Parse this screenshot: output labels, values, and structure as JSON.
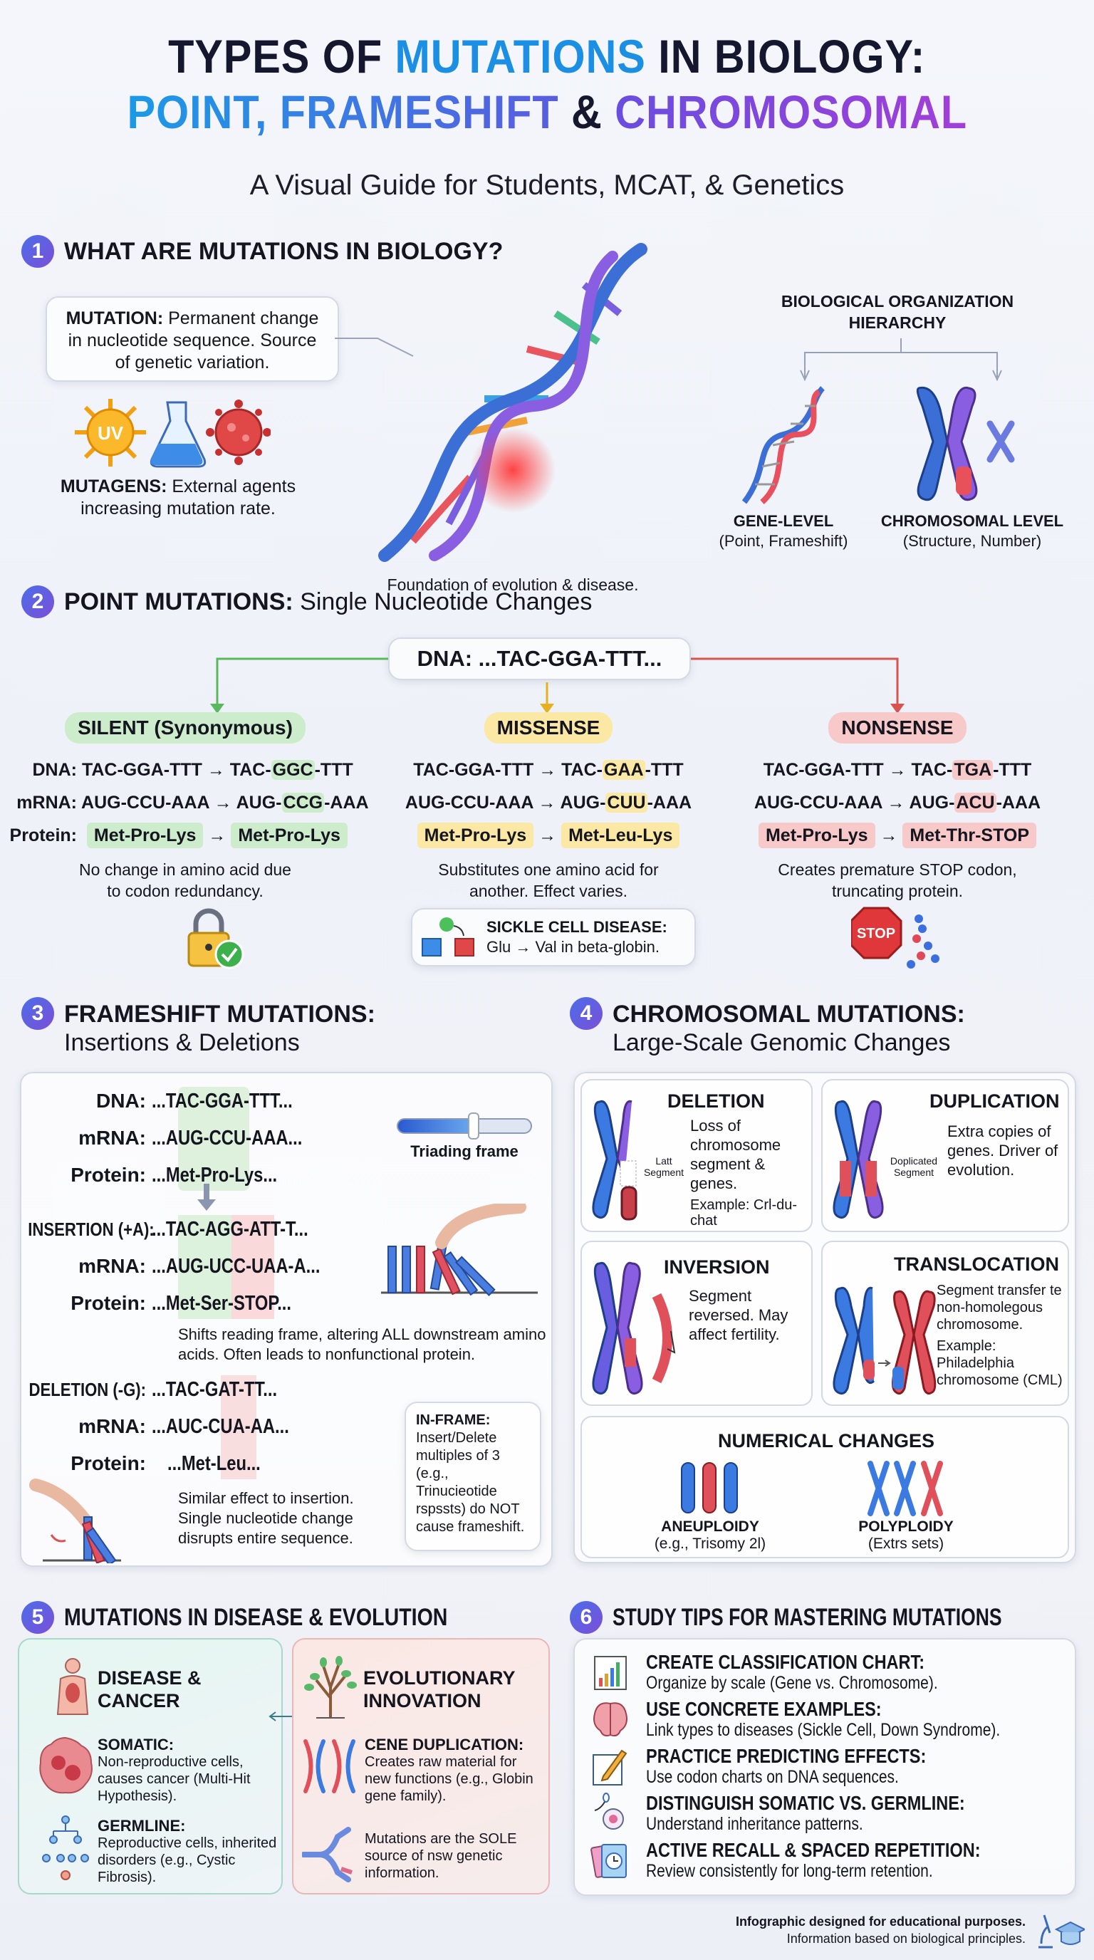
{
  "header": {
    "title_part1": "TYPES OF",
    "title_part2": "MUTATIONS",
    "title_part3": "IN BIOLOGY:",
    "title_line2_a": "POINT, FRAMESHIFT",
    "title_line2_b": "&",
    "title_line2_c": "CHROMOSOMAL",
    "subtitle": "A Visual Guide for Students, MCAT, & Genetics"
  },
  "colors": {
    "accent_blue": "#1b8fe3",
    "accent_purple": "#7b4fd8",
    "silent": "#cdeccb",
    "missense": "#fbe8a4",
    "nonsense": "#f8c9c9"
  },
  "section1": {
    "number": "1",
    "title": "WHAT ARE MUTATIONS IN BIOLOGY?",
    "mutation_term": "MUTATION:",
    "mutation_def": "Permanent change in nucleotide sequence. Source of genetic variation.",
    "mutagens_term": "MUTAGENS:",
    "mutagens_def": "External agents increasing mutation rate.",
    "uv_label": "UV",
    "foundation": "Foundation of evolution & disease.",
    "hierarchy_title": "BIOLOGICAL ORGANIZATION HIERARCHY",
    "gene_level": "GENE-LEVEL",
    "gene_level_sub": "(Point, Frameshift)",
    "chrom_level": "CHROMOSOMAL LEVEL",
    "chrom_level_sub": "(Structure, Number)"
  },
  "section2": {
    "number": "2",
    "title_bold": "POINT MUTATIONS:",
    "title_rest": "Single Nucleotide Changes",
    "dna_root": "DNA: ...TAC-GGA-TTT...",
    "row_labels": [
      "DNA:",
      "mRNA:",
      "Protein:"
    ],
    "arrow": "→",
    "types": [
      {
        "name": "SILENT (Synonymous)",
        "dna": {
          "from": "TAC-GGA-TTT",
          "pre": "TAC-",
          "hl": "GGC",
          "post": "-TTT"
        },
        "mrna": {
          "from": "AUG-CCU-AAA",
          "pre": "AUG-",
          "hl": "CCG",
          "post": "-AAA"
        },
        "protein": {
          "from": "Met-Pro-Lys",
          "to": "Met-Pro-Lys"
        },
        "desc": "No change in amino acid due to codon redundancy."
      },
      {
        "name": "MISSENSE",
        "dna": {
          "from": "TAC-GGA-TTT",
          "pre": "TAC-",
          "hl": "GAA",
          "post": "-TTT"
        },
        "mrna": {
          "from": "AUG-CCU-AAA",
          "pre": "AUG-",
          "hl": "CUU",
          "post": "-AAA"
        },
        "protein": {
          "from": "Met-Pro-Lys",
          "to": "Met-Leu-Lys"
        },
        "desc": "Substitutes one amino acid for another. Effect varies.",
        "callout_title": "SICKLE CELL DISEASE:",
        "callout_text": "Glu → Val in beta-globin."
      },
      {
        "name": "NONSENSE",
        "dna": {
          "from": "TAC-GGA-TTT",
          "pre": "TAC-",
          "hl": "TGA",
          "post": "-TTT"
        },
        "mrna": {
          "from": "AUG-CCU-AAA",
          "pre": "AUG-",
          "hl": "ACU",
          "post": "-AAA"
        },
        "protein": {
          "from": "Met-Pro-Lys",
          "to": "Met-Thr-STOP"
        },
        "desc": "Creates premature STOP codon, truncating protein.",
        "stop_sign": "STOP"
      }
    ]
  },
  "section3": {
    "number": "3",
    "title": "FRAMESHIFT MUTATIONS:",
    "subtitle": "Insertions & Deletions",
    "original": [
      {
        "label": "DNA:",
        "seq": "...TAC-GGA-TTT..."
      },
      {
        "label": "mRNA:",
        "seq": "...AUG-CCU-AAA..."
      },
      {
        "label": "Protein:",
        "seq": "...Met-Pro-Lys..."
      }
    ],
    "slider_label": "Triading frame",
    "insertion": [
      {
        "label": "INSERTION (+A):",
        "seq": "...TAC-AGG-ATT-T..."
      },
      {
        "label": "mRNA:",
        "seq": "...AUG-UCC-UAA-A..."
      },
      {
        "label": "Protein:",
        "seq": "...Met-Ser-STOP..."
      }
    ],
    "insertion_desc": "Shifts reading frame, altering ALL downstream amino acids. Often leads to nonfunctional protein.",
    "deletion": [
      {
        "label": "DELETION (-G):",
        "seq": "...TAC-GAT-TT..."
      },
      {
        "label": "mRNA:",
        "seq": "...AUC-CUA-AA..."
      },
      {
        "label": "Protein:",
        "seq": "...Met-Leu..."
      }
    ],
    "deletion_desc": "Similar effect to insertion. Single nucleotide change disrupts entire sequence.",
    "inframe_title": "IN-FRAME:",
    "inframe_text": "Insert/Delete multiples of 3 (e.g., Trinucieotide rspssts) do NOT cause frameshift."
  },
  "section4": {
    "number": "4",
    "title": "CHROMOSOMAL MUTATIONS:",
    "subtitle": "Large-Scale Genomic Changes",
    "deletion": {
      "title": "DELETION",
      "text": "Loss of chromosome segment & genes.",
      "example": "Example: Crl-du-chat",
      "tag": "Latt Segment"
    },
    "duplication": {
      "title": "DUPLICATION",
      "text": "Extra copies of genes. Driver of evolution.",
      "tag": "Doplicated Segment"
    },
    "inversion": {
      "title": "INVERSION",
      "text": "Segment reversed. May affect fertility."
    },
    "translocation": {
      "title": "TRANSLOCATION",
      "text": "Segment transfer te non-homolegous chromosome.",
      "example": "Example: Philadelphia chromosome (CML)"
    },
    "numerical": {
      "title": "NUMERICAL CHANGES",
      "aneuploidy": "ANEUPLOIDY",
      "aneuploidy_sub": "(e.g., Trisomy 2l)",
      "polyploidy": "POLYPLOIDY",
      "polyploidy_sub": "(Extrs sets)"
    }
  },
  "section5": {
    "number": "5",
    "title": "MUTATIONS IN DISEASE & EVOLUTION",
    "disease_title": "DISEASE & CANCER",
    "somatic_title": "SOMATIC:",
    "somatic_text": "Non-reproductive cells, causes cancer (Multi-Hit Hypothesis).",
    "germline_title": "GERMLINE:",
    "germline_text": "Reproductive cells, inherited disorders (e.g., Cystic Fibrosis).",
    "evo_title": "EVOLUTIONARY INNOVATION",
    "genedup_title": "CENE DUPLICATION:",
    "genedup_text": "Creates raw material for new functions (e.g., Globin gene family).",
    "sole_text": "Mutations are the SOLE source of nsw genetic information."
  },
  "section6": {
    "number": "6",
    "title": "STUDY TIPS FOR MASTERING MUTATIONS",
    "tips": [
      {
        "title": "CREATE CLASSIFICATION CHART:",
        "text": "Organize by scale (Gene vs. Chromosome).",
        "icon": "chart-icon"
      },
      {
        "title": "USE CONCRETE EXAMPLES:",
        "text": "Link types to diseases (Sickle Cell, Down Syndrome).",
        "icon": "brain-icon"
      },
      {
        "title": "PRACTICE PREDICTING EFFECTS:",
        "text": "Use codon charts on DNA sequences.",
        "icon": "pencil-icon"
      },
      {
        "title": "DISTINGUISH SOMATIC VS. GERMLINE:",
        "text": "Understand inheritance patterns.",
        "icon": "cell-icon"
      },
      {
        "title": "ACTIVE RECALL & SPACED REPETITION:",
        "text": "Review consistently for long-term retention.",
        "icon": "flashcard-clock-icon"
      }
    ]
  },
  "footer": {
    "line1": "Infographic designed for educational purposes.",
    "line2": "Information based on biological principles."
  }
}
